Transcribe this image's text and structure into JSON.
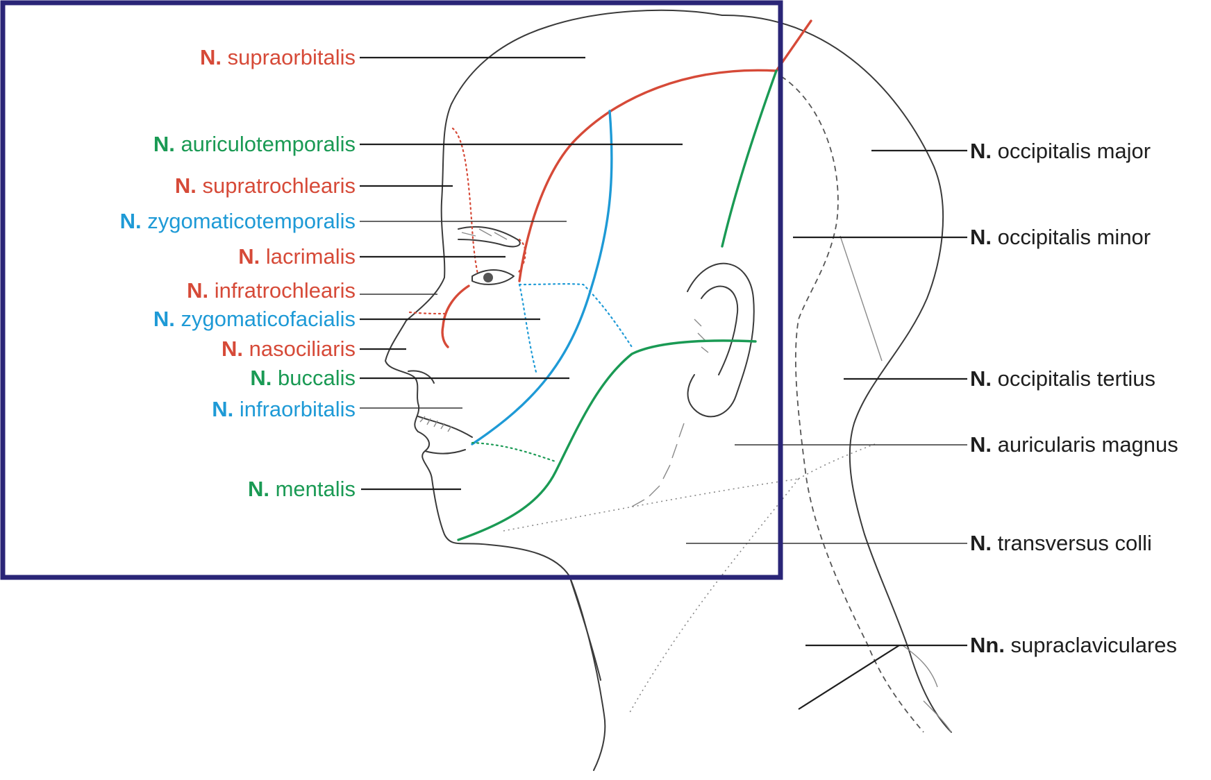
{
  "colors": {
    "red": "#d64a38",
    "green": "#1a9a54",
    "blue": "#1e9ad6",
    "black": "#1e1e1e",
    "frame": "#2a2577"
  },
  "labels_left": [
    {
      "prefix": "N.",
      "name": " supraorbitalis",
      "color": "red"
    },
    {
      "prefix": "N.",
      "name": " auriculotemporalis",
      "color": "green"
    },
    {
      "prefix": "N.",
      "name": " supratrochlearis",
      "color": "red"
    },
    {
      "prefix": "N.",
      "name": " zygomaticotemporalis",
      "color": "blue"
    },
    {
      "prefix": "N.",
      "name": " lacrimalis",
      "color": "red"
    },
    {
      "prefix": "N.",
      "name": " infratrochlearis",
      "color": "red"
    },
    {
      "prefix": "N.",
      "name": " zygomaticofacialis",
      "color": "blue"
    },
    {
      "prefix": "N.",
      "name": " nasociliaris",
      "color": "red"
    },
    {
      "prefix": "N.",
      "name": " buccalis",
      "color": "green"
    },
    {
      "prefix": "N.",
      "name": " infraorbitalis",
      "color": "blue"
    },
    {
      "prefix": "N.",
      "name": " mentalis",
      "color": "green"
    }
  ],
  "labels_right": [
    {
      "prefix": "N.",
      "name": " occipitalis major",
      "color": "black"
    },
    {
      "prefix": "N.",
      "name": " occipitalis minor",
      "color": "black"
    },
    {
      "prefix": "N.",
      "name": " occipitalis tertius",
      "color": "black"
    },
    {
      "prefix": "N.",
      "name": " auricularis magnus",
      "color": "black"
    },
    {
      "prefix": "N.",
      "name": " transversus colli",
      "color": "black"
    },
    {
      "prefix": "Nn.",
      "name": " supraclaviculares",
      "color": "black"
    }
  ]
}
